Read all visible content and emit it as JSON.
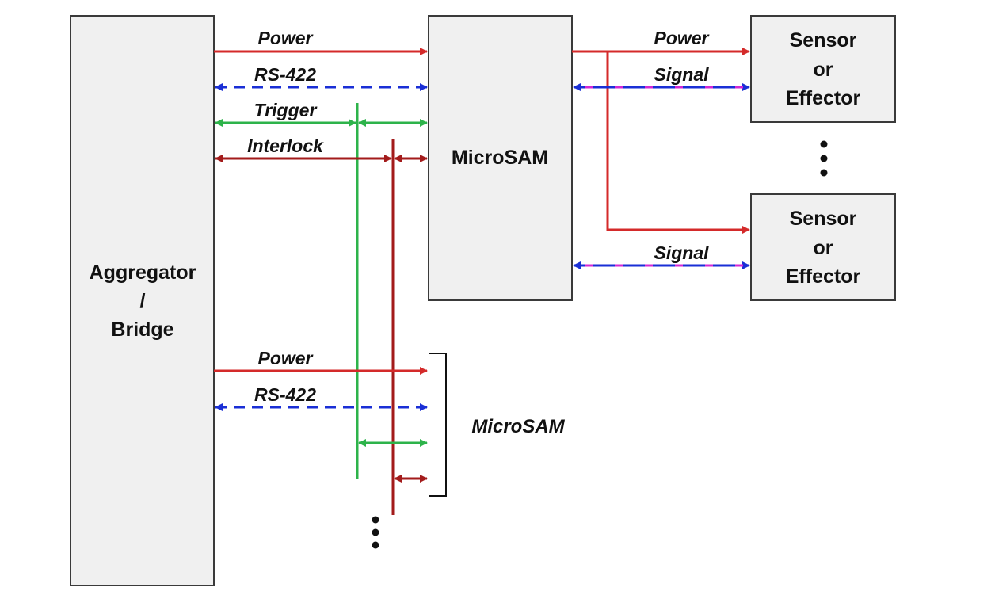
{
  "colors": {
    "power": "#d42a2a",
    "rs422": "#1a2fd6",
    "trigger": "#2db34a",
    "interlock": "#a31b1b",
    "signal_blue": "#1a2fd6",
    "signal_magenta": "#d428d4",
    "box_fill": "#f0f0f0",
    "box_stroke": "#3a3a3a",
    "text": "#111111"
  },
  "boxes": {
    "aggregator": {
      "line1": "Aggregator",
      "line2": "/",
      "line3": "Bridge"
    },
    "microsam": {
      "label": "MicroSAM"
    },
    "sensor_top": {
      "line1": "Sensor",
      "line2": "or",
      "line3": "Effector"
    },
    "sensor_bottom": {
      "line1": "Sensor",
      "line2": "or",
      "line3": "Effector"
    }
  },
  "labels": {
    "power_top_left": "Power",
    "rs422_top": "RS-422",
    "trigger": "Trigger",
    "interlock": "Interlock",
    "power_top_right": "Power",
    "signal_top": "Signal",
    "signal_bottom": "Signal",
    "power_lower": "Power",
    "rs422_lower": "RS-422",
    "microsam_group": "MicroSAM"
  },
  "ellipsis": {
    "right": "vertical-ellipsis",
    "bottom": "vertical-ellipsis"
  }
}
